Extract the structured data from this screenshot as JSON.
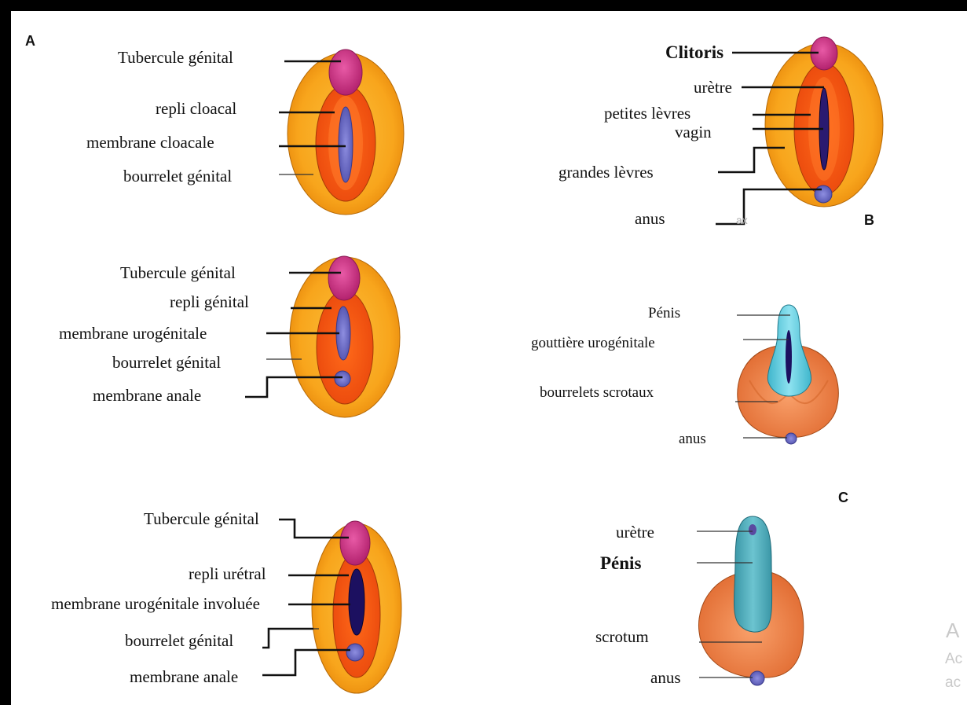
{
  "panels": {
    "a": "A",
    "b": "B",
    "c": "C"
  },
  "stage1": {
    "labels": [
      "Tubercule génital",
      "repli cloacal",
      "membrane cloacale",
      "bourrelet génital"
    ]
  },
  "stage2": {
    "labels": [
      "Tubercule génital",
      "repli génital",
      "membrane urogénitale",
      "bourrelet génital",
      "membrane anale"
    ]
  },
  "stage3": {
    "labels": [
      "Tubercule génital",
      "repli urétral",
      "membrane urogénitale involuée",
      "bourrelet génital",
      "membrane anale"
    ]
  },
  "female": {
    "labels": [
      "Clitoris",
      "urètre",
      "petites lèvres",
      "vagin",
      "grandes lèvres",
      "anus"
    ],
    "faint_mark": "ax"
  },
  "male_early": {
    "labels": [
      "Pénis",
      "gouttière urogénitale",
      "bourrelets scrotaux",
      "anus"
    ]
  },
  "male_late": {
    "labels": [
      "urètre",
      "Pénis",
      "scrotum",
      "anus"
    ]
  },
  "watermark": {
    "line1": "A",
    "line2": "Ac",
    "line3": "ac"
  },
  "colors": {
    "outer_fold": "#f8a51c",
    "inner_fold": "#f25a12",
    "tubercle": "#d83a8e",
    "membrane": "#6f6fc8",
    "dark_membrane": "#1c1060",
    "penis_early": "#5ec8dc",
    "penis_late": "#4aaab8",
    "scrotum": "#ee8a50"
  }
}
